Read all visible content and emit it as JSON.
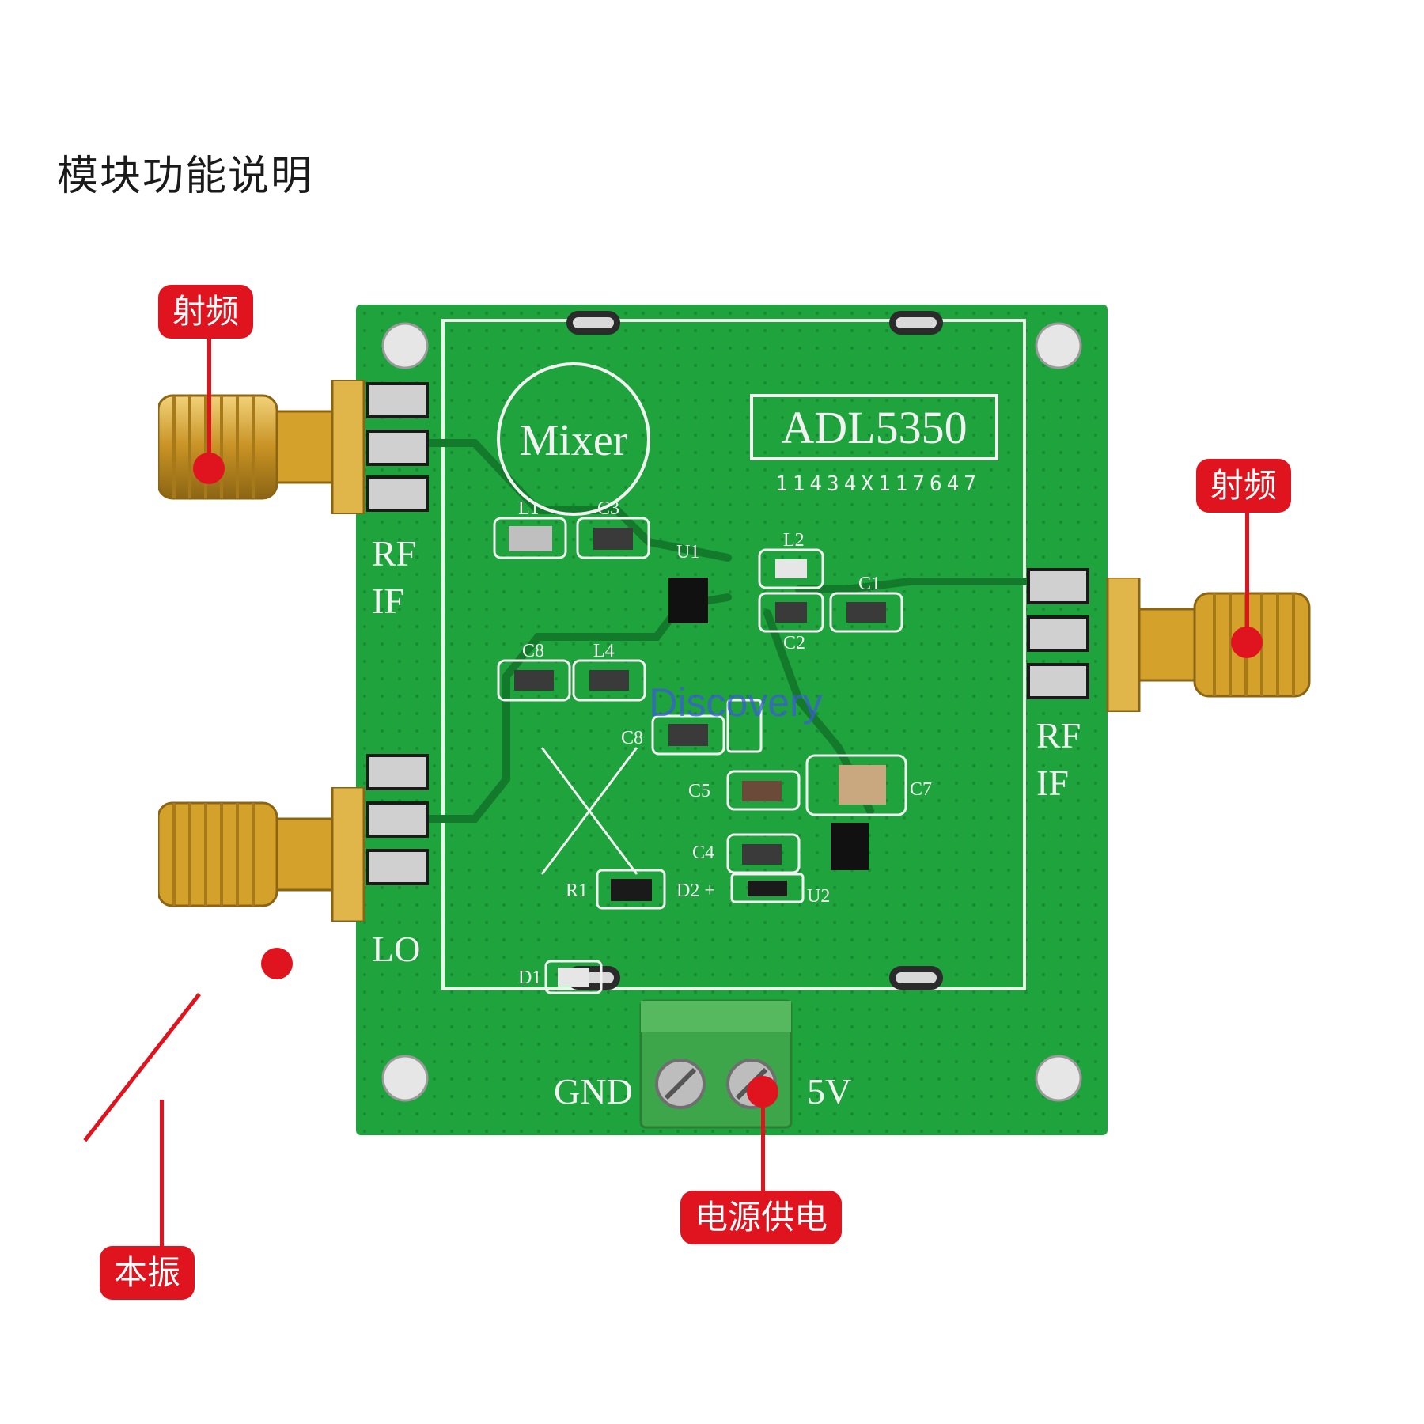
{
  "title": "模块功能说明",
  "labels": {
    "rf_top_left": "射频",
    "rf_right": "射频",
    "lo": "本振",
    "power": "电源供电"
  },
  "silkscreen": {
    "logo": "Mixer",
    "chip_name": "ADL5350",
    "serial": "11434X117647",
    "rf_left": "RF",
    "if_left": "IF",
    "rf_right": "RF",
    "if_right": "IF",
    "lo": "LO",
    "gnd": "GND",
    "v5": "5V",
    "l1": "L1",
    "c3": "C3",
    "u1": "U1",
    "l2": "L2",
    "c1": "C1",
    "c2": "C2",
    "c8a": "C8",
    "l4": "L4",
    "c8b": "C8",
    "c5": "C5",
    "c7": "C7",
    "c4": "C4",
    "r1": "R1",
    "d2": "D2 +",
    "u2": "U2",
    "d1": "D1"
  },
  "watermark": "Discovery",
  "colors": {
    "pcb": "#1fa33c",
    "silk": "#f2f2f2",
    "gold": "#d4a12a",
    "accent": "#e0141e",
    "terminal": "#3ea64a"
  }
}
